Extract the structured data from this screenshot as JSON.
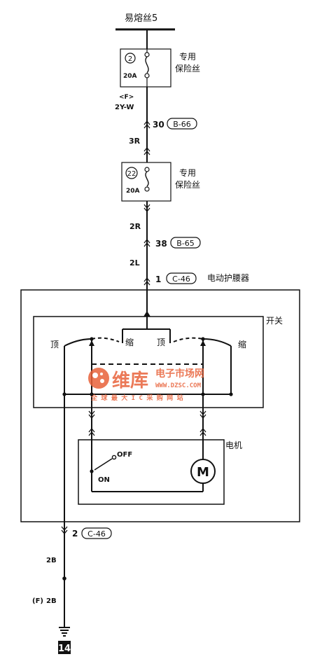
{
  "top_fuse": {
    "label": "易熔丝5"
  },
  "fuse_1": {
    "number": "2",
    "rating": "20A",
    "name_line1": "专用",
    "name_line2": "保险丝"
  },
  "wire_1": {
    "code": "<F>",
    "color": "2Y-W"
  },
  "connector_1": {
    "pin": "30",
    "id": "B-66"
  },
  "wire_2": {
    "label": "3R"
  },
  "fuse_2": {
    "number": "22",
    "rating": "20A",
    "name_line1": "专用",
    "name_line2": "保险丝"
  },
  "wire_3": {
    "label": "2R"
  },
  "connector_2": {
    "pin": "38",
    "id": "B-65"
  },
  "wire_4": {
    "label": "2L"
  },
  "connector_3": {
    "pin": "1",
    "id": "C-46"
  },
  "device": {
    "label": "电动护腰器"
  },
  "switch": {
    "label": "开关",
    "left_up": "顶",
    "left_down": "缩",
    "right_up": "顶",
    "right_down": "缩"
  },
  "motor": {
    "label": "电机",
    "letter": "M",
    "off_label": "OFF",
    "on_label": "ON"
  },
  "connector_4": {
    "pin": "2",
    "id": "C-46"
  },
  "wire_5": {
    "label": "2B"
  },
  "wire_6": {
    "code": "(F)",
    "label": "2B"
  },
  "ground": {
    "label": "14"
  },
  "watermark": {
    "brand": "维库",
    "title": "电子市场网",
    "url": "WWW.DZSC.COM",
    "slogan": "全 球 最 大 I C 采 购 网 站"
  },
  "colors": {
    "line": "#111111",
    "watermark": "#e8623a"
  }
}
